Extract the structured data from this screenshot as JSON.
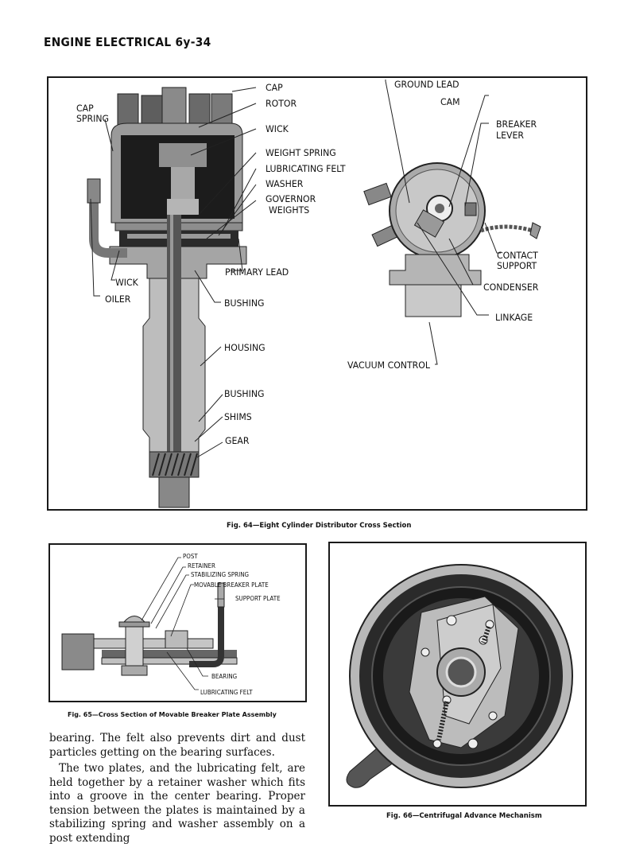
{
  "page": {
    "header": "ENGINE ELECTRICAL 6y-34"
  },
  "fig64": {
    "caption": "Fig. 64—Eight Cylinder Distributor Cross Section",
    "left_labels": {
      "cap": "CAP",
      "rotor": "ROTOR",
      "cap_spring": "CAP SPRING",
      "wick_top": "WICK",
      "weight_spring": "WEIGHT SPRING",
      "lubricating_felt": "LUBRICATING FELT",
      "washer": "WASHER",
      "governor_weights_1": "GOVERNOR",
      "governor_weights_2": "WEIGHTS",
      "primary_lead": "PRIMARY LEAD",
      "wick_bottom": "WICK",
      "oiler": "OILER",
      "bushing_upper": "BUSHING",
      "housing": "HOUSING",
      "bushing_lower": "BUSHING",
      "shims": "SHIMS",
      "gear": "GEAR"
    },
    "right_labels": {
      "ground_lead": "GROUND LEAD",
      "cam": "CAM",
      "breaker_lever_1": "BREAKER",
      "breaker_lever_2": "LEVER",
      "contact_support_1": "CONTACT",
      "contact_support_2": "SUPPORT",
      "condenser": "CONDENSER",
      "linkage": "LINKAGE",
      "vacuum_control": "VACUUM CONTROL"
    }
  },
  "fig65": {
    "caption": "Fig. 65—Cross Section of Movable Breaker Plate Assembly",
    "labels": {
      "post": "POST",
      "retainer": "RETAINER",
      "stabilizing_spring": "STABILIZING SPRING",
      "movable_breaker_plate": "MOVABLE BREAKER PLATE",
      "support_plate": "SUPPORT PLATE",
      "bearing": "BEARING",
      "lubricating_felt": "LUBRICATING FELT"
    }
  },
  "fig66": {
    "caption": "Fig. 66—Centrifugal Advance Mechanism"
  },
  "body": {
    "paragraph_1": "bearing. The felt also prevents dirt and dust particles getting on the bearing surfaces.",
    "paragraph_2": "The two plates, and the lubricating felt, are held together by a retainer washer which fits into a groove in the center bearing. Proper tension between the plates is maintained by a stabilizing spring and washer assembly on a post extending"
  }
}
